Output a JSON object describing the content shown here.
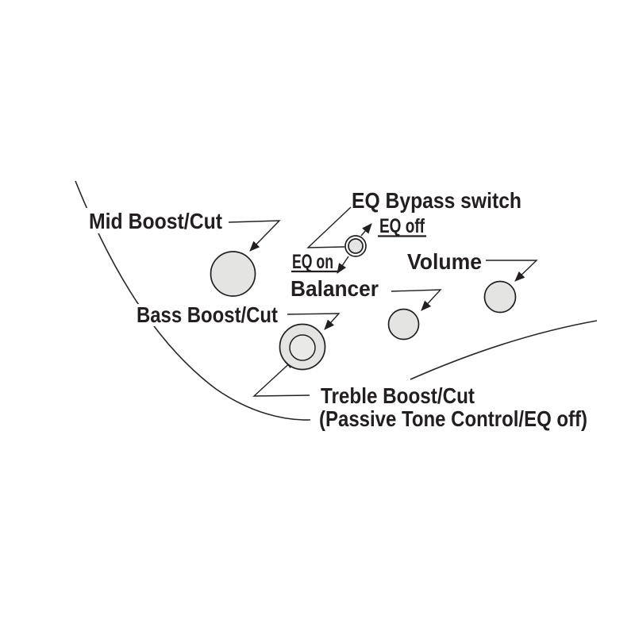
{
  "canvas": {
    "background": "#ffffff"
  },
  "colors": {
    "ink": "#231f20",
    "knob_fill": "#e4e4e2",
    "switch_ring_fill": "#ffffff"
  },
  "labels": {
    "mid": "Mid Boost/Cut",
    "eq_bypass": "EQ Bypass switch",
    "eq_off": "EQ off",
    "eq_on": "EQ on",
    "volume": "Volume",
    "balancer": "Balancer",
    "bass": "Bass Boost/Cut",
    "treble": "Treble Boost/Cut",
    "treble_note": "(Passive Tone Control/EQ off)"
  },
  "controls": [
    {
      "name": "mid-boost-cut-knob",
      "label": "Mid Boost/Cut",
      "type": "knob"
    },
    {
      "name": "bass-boost-cut-knob",
      "label": "Bass Boost/Cut",
      "type": "stacked-knob-outer"
    },
    {
      "name": "treble-boost-cut-knob",
      "label": "Treble Boost/Cut (Passive Tone Control/EQ off)",
      "type": "stacked-knob-inner"
    },
    {
      "name": "balancer-knob",
      "label": "Balancer",
      "type": "knob"
    },
    {
      "name": "volume-knob",
      "label": "Volume",
      "type": "knob"
    },
    {
      "name": "eq-bypass-switch",
      "label": "EQ Bypass switch",
      "type": "push-switch",
      "positions": [
        "EQ on",
        "EQ off"
      ]
    }
  ]
}
